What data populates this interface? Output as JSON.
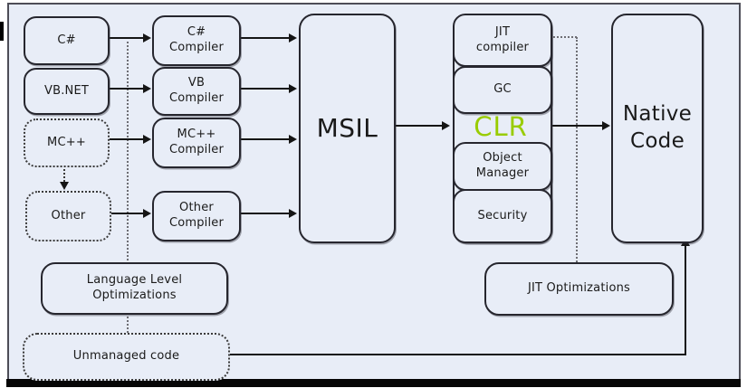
{
  "colors": {
    "background": "#e8edf7",
    "box_border": "#26262e",
    "frame_border": "#4d4d57",
    "line": "#151515",
    "clr_green": "#99cc00"
  },
  "nodes": {
    "csharp": "C#",
    "vbnet": "VB.NET",
    "mcpp": "MC++",
    "other": "Other",
    "csharp_compiler": "C#\nCompiler",
    "vb_compiler": "VB\nCompiler",
    "mcpp_compiler": "MC++\nCompiler",
    "other_compiler": "Other\nCompiler",
    "msil": "MSIL",
    "jit_compiler": "JIT\ncompiler",
    "gc": "GC",
    "clr": "CLR",
    "object_manager": "Object\nManager",
    "security": "Security",
    "native_code": "Native\nCode",
    "language_level_optimizations": "Language Level\nOptimizations",
    "jit_optimizations": "JIT Optimizations",
    "unmanaged_code": "Unmanaged code"
  }
}
